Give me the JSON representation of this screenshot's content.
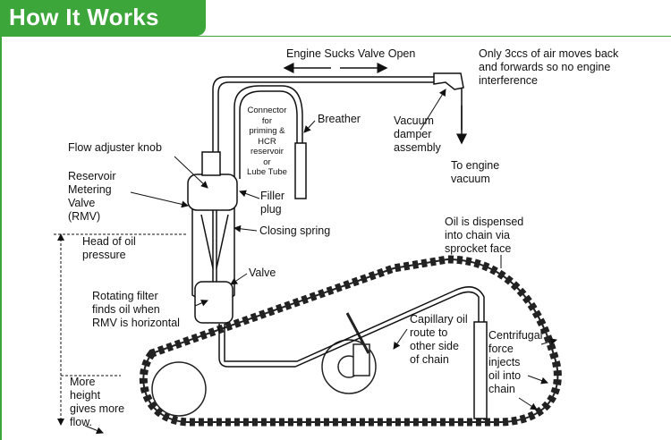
{
  "header": {
    "title": "How It Works",
    "color": "#3da63a"
  },
  "labels": {
    "engine_sucks": "Engine Sucks Valve Open",
    "only_3ccs": "Only 3ccs of air moves back\nand forwards so no engine\ninterference",
    "connector": "Connector\nfor\npriming &\nHCR\nreservoir\nor\nLube Tube",
    "breather": "Breather",
    "vacuum_damper": "Vacuum\ndamper\nassembly",
    "to_engine_vacuum": "To engine\nvacuum",
    "flow_adjuster": "Flow adjuster knob",
    "reservoir_metering": "Reservoir\nMetering\nValve\n(RMV)",
    "filler_plug": "Filler\nplug",
    "closing_spring": "Closing spring",
    "head_of_oil": "Head of oil\npressure",
    "oil_dispensed": "Oil is dispensed\ninto chain via\nsprocket face",
    "valve": "Valve",
    "rotating_filter": "Rotating filter\nfinds oil when\nRMV is horizontal",
    "capillary": "Capillary oil\nroute to\nother side\nof chain",
    "centrifugal": "Centrifugal\nforce\ninjects\noil into\nchain",
    "more_height": "More\nheight\ngives more\nflow."
  },
  "icons": [
    "up-down-arrow-icon",
    "right-arrow-icon",
    "left-arrow-icon",
    "down-arrow-icon",
    "sprocket-icon"
  ]
}
